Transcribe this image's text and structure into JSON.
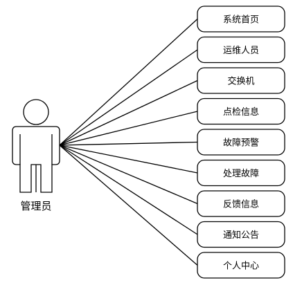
{
  "actor": {
    "label": "管理员"
  },
  "use_cases": [
    {
      "label": "系统首页"
    },
    {
      "label": "运维人员"
    },
    {
      "label": "交换机"
    },
    {
      "label": "点检信息"
    },
    {
      "label": "故障预警"
    },
    {
      "label": "处理故障"
    },
    {
      "label": "反馈信息"
    },
    {
      "label": "通知公告"
    },
    {
      "label": "个人中心"
    }
  ],
  "colors": {
    "stroke": "#000000",
    "fill": "#ffffff"
  }
}
